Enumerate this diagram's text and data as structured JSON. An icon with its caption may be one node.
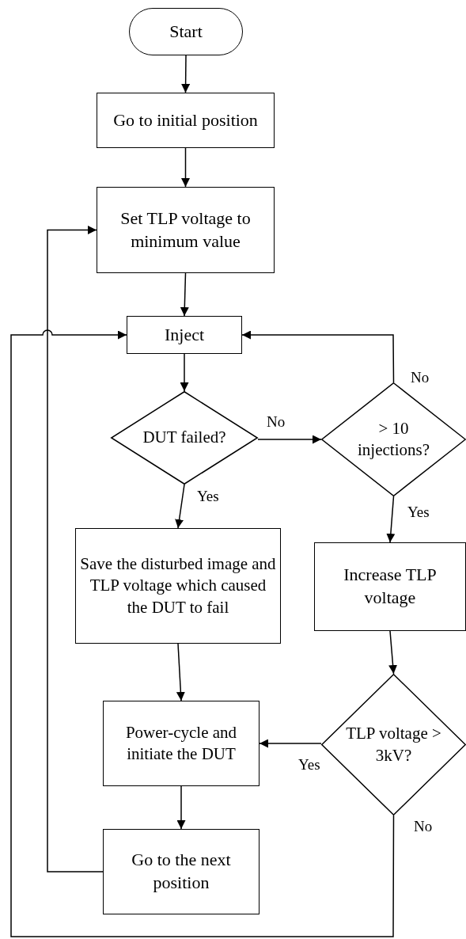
{
  "diagram": {
    "nodes": [
      {
        "text": [
          "Start"
        ]
      },
      {
        "text": [
          "Go to initial position"
        ]
      },
      {
        "text": [
          "Set TLP voltage to minimum value"
        ]
      },
      {
        "text": [
          "Inject"
        ]
      },
      {
        "text": [
          "DUT failed?"
        ]
      },
      {
        "text": [
          "> 10 injections?"
        ]
      },
      {
        "text": [
          "Save the disturbed image and TLP voltage which caused the DUT to fail"
        ]
      },
      {
        "text": [
          "Increase TLP voltage"
        ]
      },
      {
        "text": [
          "TLP voltage > 3kV?"
        ]
      },
      {
        "text": [
          "Power-cycle and initiate the DUT"
        ]
      },
      {
        "text": [
          "Go to the next position"
        ]
      }
    ],
    "edges": [
      {
        "from": 0,
        "to": 1,
        "arrow": "to"
      },
      {
        "from": 1,
        "to": 2,
        "arrow": "to"
      },
      {
        "from": 2,
        "to": 3,
        "arrow": "to"
      },
      {
        "from": 3,
        "to": 4,
        "arrow": "to"
      },
      {
        "from": 4,
        "to": 5,
        "arrow": "to",
        "label": "No"
      },
      {
        "from": 4,
        "to": 6,
        "arrow": "to",
        "label": "Yes"
      },
      {
        "from": 5,
        "to": 3,
        "arrow": "to",
        "label": "No"
      },
      {
        "from": 5,
        "to": 7,
        "arrow": "to",
        "label": "Yes"
      },
      {
        "from": 6,
        "to": 9,
        "arrow": "to"
      },
      {
        "from": 7,
        "to": 8,
        "arrow": "to"
      },
      {
        "from": 8,
        "to": 9,
        "arrow": "to",
        "label": "Yes"
      },
      {
        "from": 9,
        "to": 10,
        "arrow": "to"
      },
      {
        "from": 10,
        "to": 2,
        "arrow": "to"
      },
      {
        "from": 8,
        "to": 3,
        "arrow": "to",
        "label": "No"
      }
    ]
  }
}
